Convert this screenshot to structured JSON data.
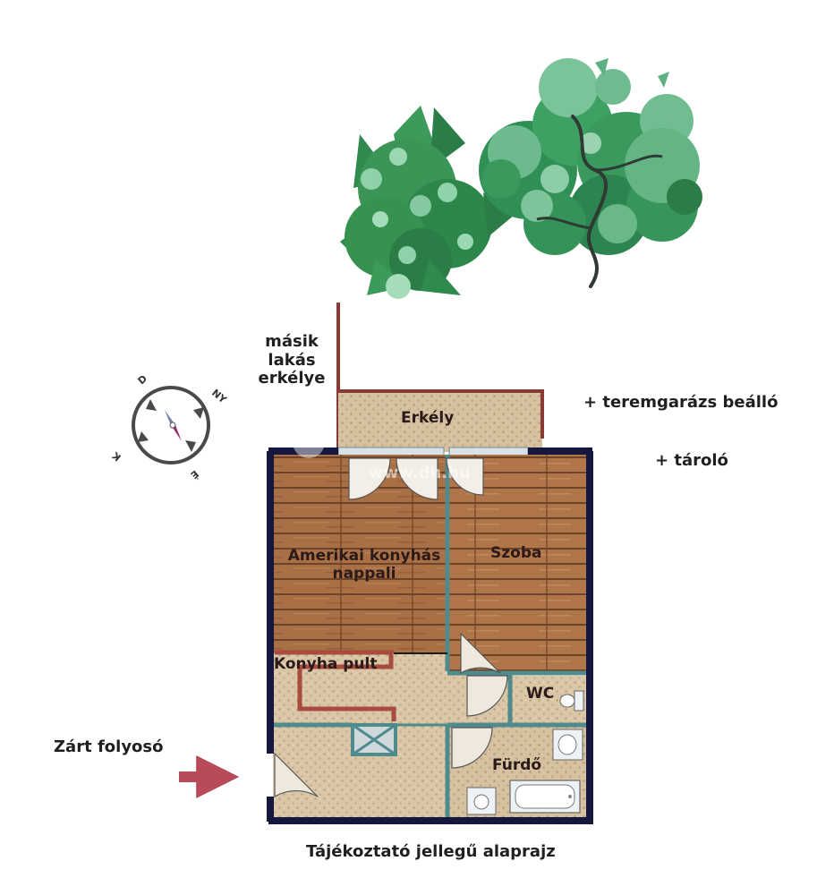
{
  "labels": {
    "neighbor_balcony": "másik\nlakás\nerkélye",
    "balcony": "Erkély",
    "living": "Amerikai konyhás\nnappali",
    "room": "Szoba",
    "kitchen_counter": "Konyha pult",
    "wc": "WC",
    "bathroom": "Fürdő",
    "corridor": "Zárt folyosó",
    "garage": "+ teremgarázs beálló",
    "storage": "+ tároló",
    "caption": "Tájékoztató jellegű alaprajz",
    "watermark": "www.dh.hu"
  },
  "compass": {
    "north": "É",
    "south": "D",
    "east": "K",
    "west": "NY"
  },
  "colors": {
    "outer_wall": "#15173f",
    "inner_wall": "#4f8a8c",
    "balcony_wall": "#8a3a34",
    "counter": "#a84c40",
    "wood": "#a86f45",
    "tile": "#d9c7a9",
    "tree_light": "#7dc29a",
    "tree_dark": "#2f8a4e",
    "arrow": "#b84a5a"
  }
}
